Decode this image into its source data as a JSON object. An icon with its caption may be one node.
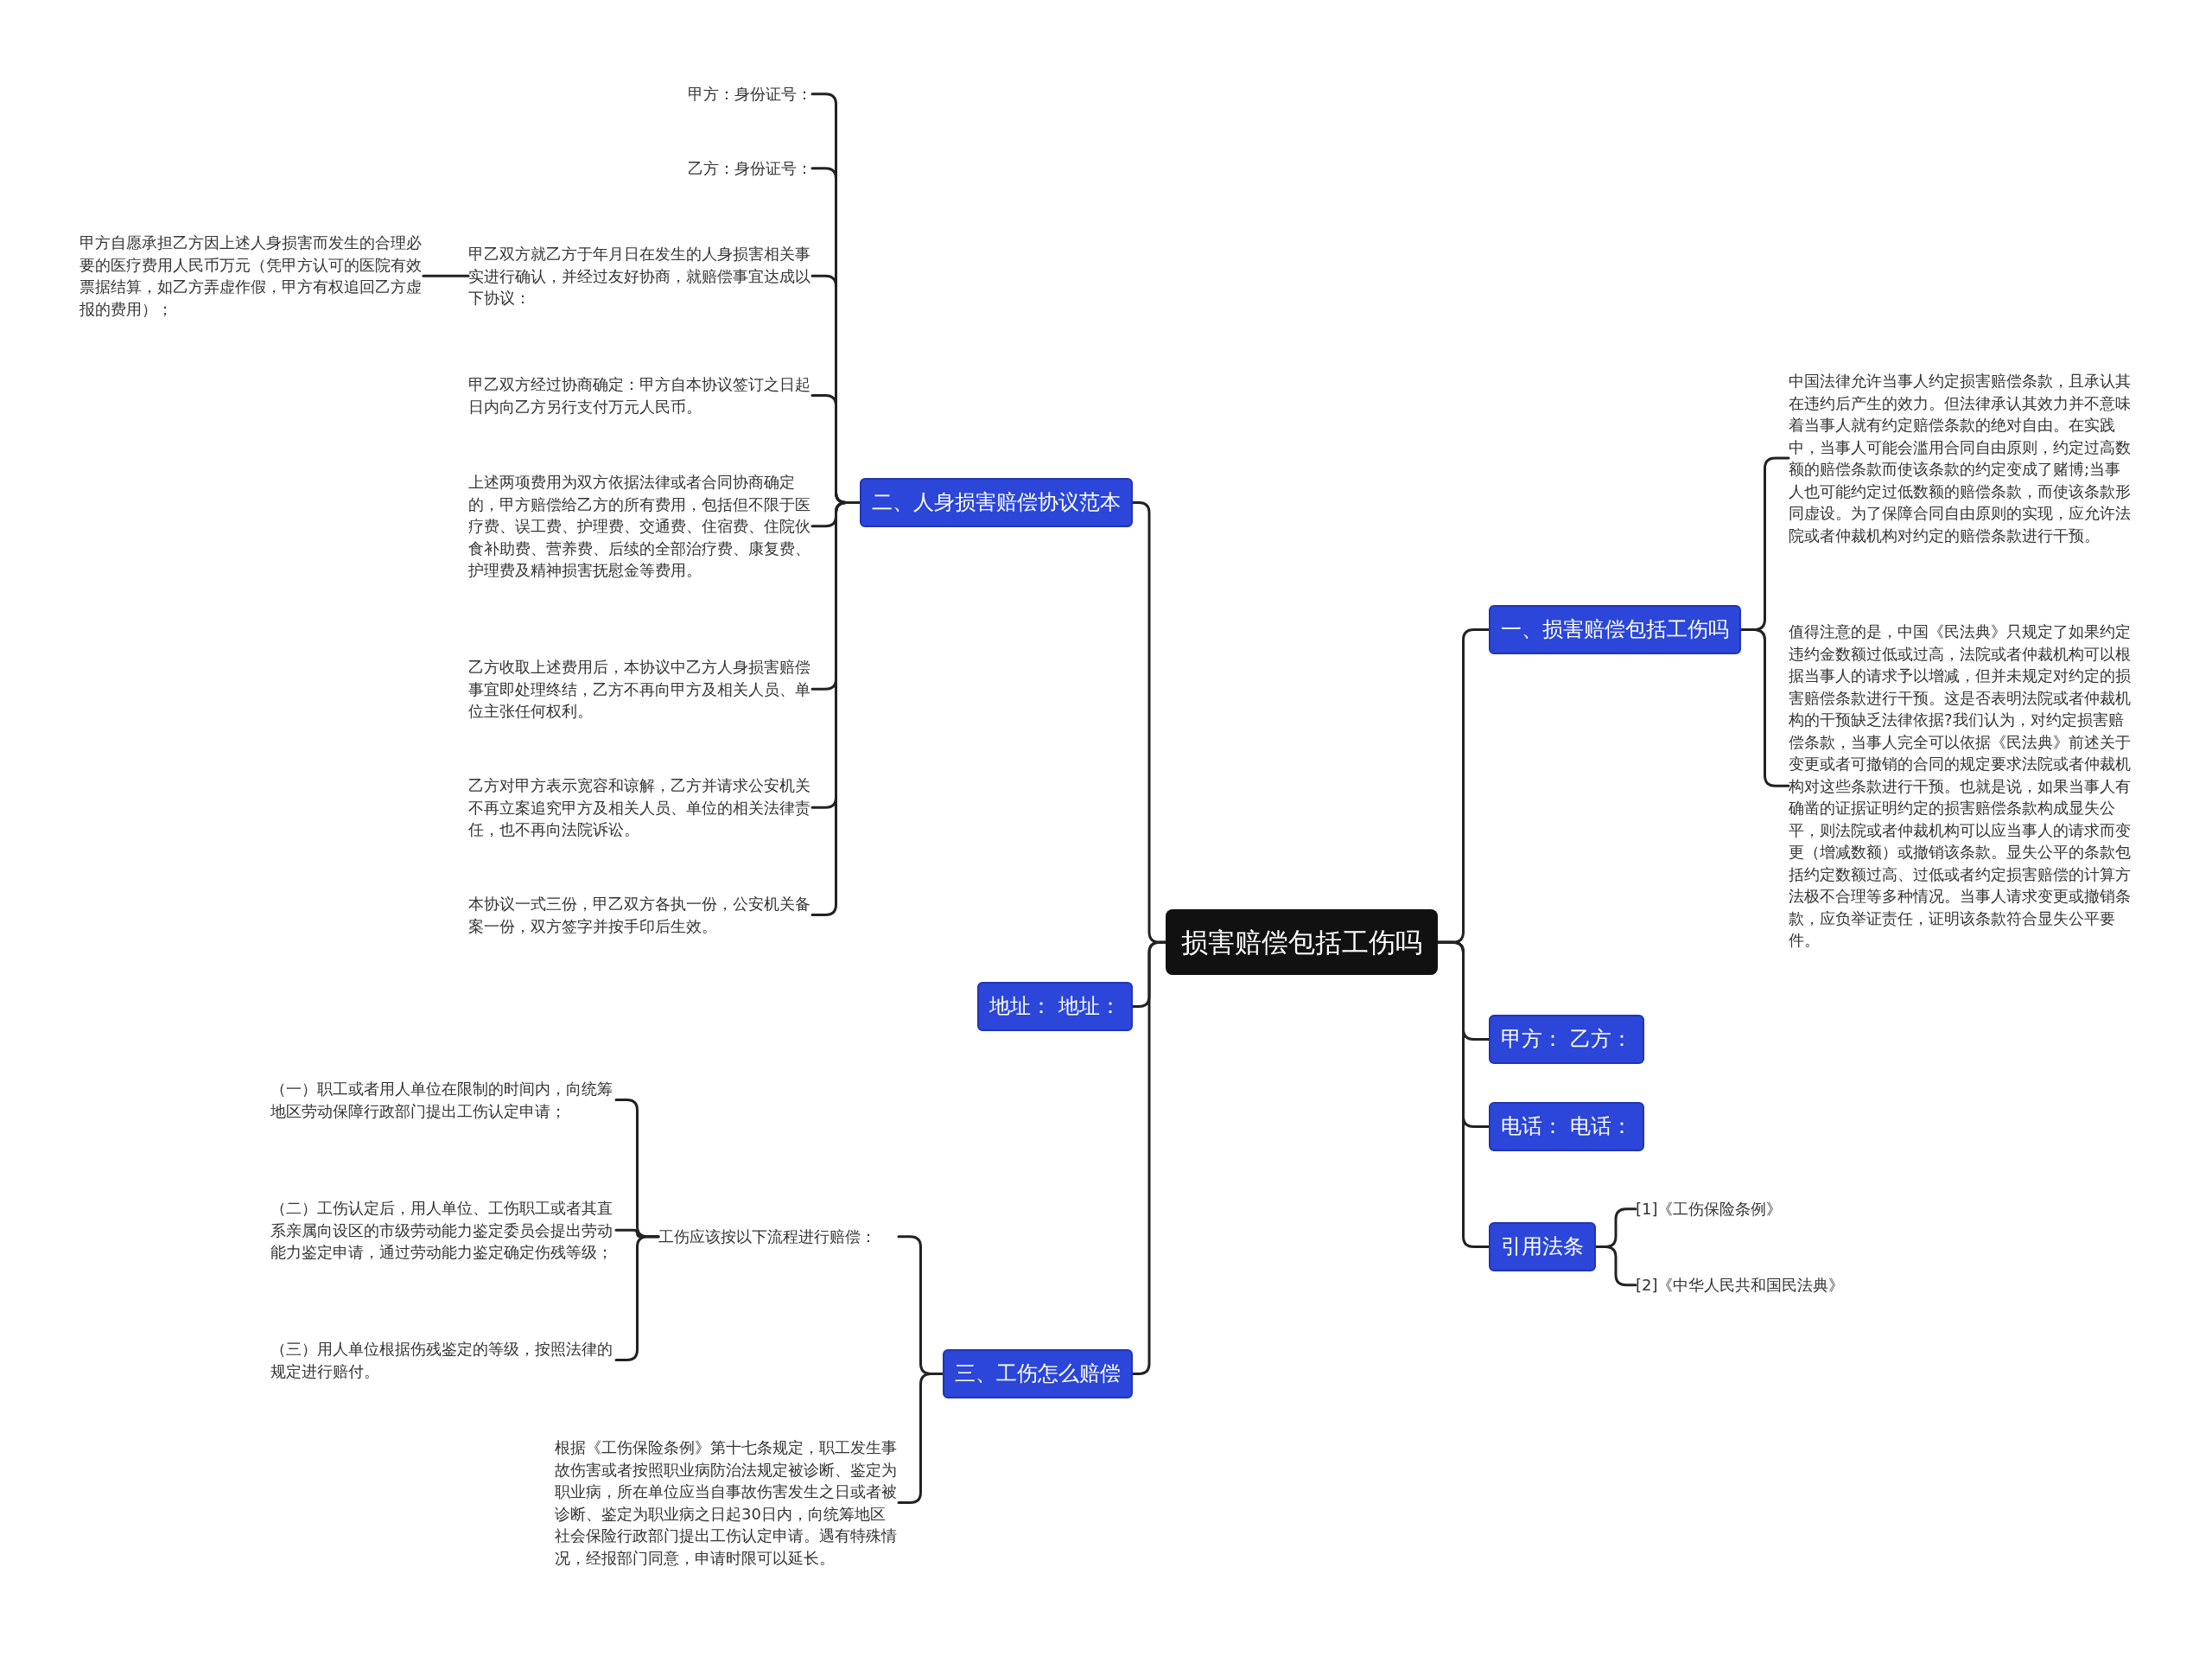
{
  "diagram": {
    "nodes": [
      {
        "text": [
          "损害赔偿包括工伤吗"
        ]
      },
      {
        "text": [
          "一、损害赔偿包括工伤吗"
        ]
      },
      {
        "text": [
          "中国法律允许当事人约定损害赔偿条款，且承认其在违约后产生的效力。但法律承认其效力并不意味着当事人就有约定赔偿条款的绝对自由。在实践中，当事人可能会滥用合同自由原则，约定过高数额的赔偿条款而使该条款的约定变成了赌博;当事人也可能约定过低数额的赔偿条款，而使该条款形同虚设。为了保障合同自由原则的实现，应允许法院或者仲裁机构对约定的赔偿条款进行干预。"
        ]
      },
      {
        "text": [
          "值得注意的是，中国《民法典》只规定了如果约定违约金数额过低或过高，法院或者仲裁机构可以根据当事人的请求予以增减，但并未规定对约定的损害赔偿条款进行干预。这是否表明法院或者仲裁机构的干预缺乏法律依据?我们认为，对约定损害赔偿条款，当事人完全可以依据《民法典》前述关于变更或者可撤销的合同的规定要求法院或者仲裁机构对这些条款进行干预。也就是说，如果当事人有确凿的证据证明约定的损害赔偿条款构成显失公平，则法院或者仲裁机构可以应当事人的请求而变更（增减数额）或撤销该条款。显失公平的条款包括约定数额过高、过低或者约定损害赔偿的计算方法极不合理等多种情况。当事人请求变更或撤销条款，应负举证责任，证明该条款符合显失公平要件。"
        ]
      },
      {
        "text": [
          "甲方： 乙方："
        ]
      },
      {
        "text": [
          "电话： 电话："
        ]
      },
      {
        "text": [
          "引用法条"
        ]
      },
      {
        "text": [
          "[1]《工伤保险条例》"
        ]
      },
      {
        "text": [
          "[2]《中华人民共和国民法典》"
        ]
      },
      {
        "text": [
          "二、人身损害赔偿协议范本"
        ]
      },
      {
        "text": [
          "甲方：身份证号："
        ]
      },
      {
        "text": [
          "乙方：身份证号："
        ]
      },
      {
        "text": [
          "甲乙双方就乙方于年月日在发生的人身损害相关事实进行确认，并经过友好协商，就赔偿事宜达成以下协议："
        ]
      },
      {
        "text": [
          "甲方自愿承担乙方因上述人身损害而发生的合理必要的医疗费用人民币万元（凭甲方认可的医院有效票据结算，如乙方弄虚作假，甲方有权追回乙方虚报的费用）；"
        ]
      },
      {
        "text": [
          "甲乙双方经过协商确定：甲方自本协议签订之日起日内向乙方另行支付万元人民币。"
        ]
      },
      {
        "text": [
          "上述两项费用为双方依据法律或者合同协商确定的，甲方赔偿给乙方的所有费用，包括但不限于医疗费、误工费、护理费、交通费、住宿费、住院伙食补助费、营养费、后续的全部治疗费、康复费、护理费及精神损害抚慰金等费用。"
        ]
      },
      {
        "text": [
          "乙方收取上述费用后，本协议中乙方人身损害赔偿事宜即处理终结，乙方不再向甲方及相关人员、单位主张任何权利。"
        ]
      },
      {
        "text": [
          "乙方对甲方表示宽容和谅解，乙方并请求公安机关不再立案追究甲方及相关人员、单位的相关法律责任，也不再向法院诉讼。"
        ]
      },
      {
        "text": [
          "本协议一式三份，甲乙双方各执一份，公安机关备案一份，双方签字并按手印后生效。"
        ]
      },
      {
        "text": [
          "地址： 地址："
        ]
      },
      {
        "text": [
          "三、工伤怎么赔偿"
        ]
      },
      {
        "text": [
          "工伤应该按以下流程进行赔偿："
        ]
      },
      {
        "text": [
          "（一）职工或者用人单位在限制的时间内，向统筹地区劳动保障行政部门提出工伤认定申请；"
        ]
      },
      {
        "text": [
          "（二）工伤认定后，用人单位、工伤职工或者其直系亲属向设区的市级劳动能力鉴定委员会提出劳动能力鉴定申请，通过劳动能力鉴定确定伤残等级；"
        ]
      },
      {
        "text": [
          "（三）用人单位根据伤残鉴定的等级，按照法律的规定进行赔付。"
        ]
      },
      {
        "text": [
          "根据《工伤保险条例》第十七条规定，职工发生事故伤害或者按照职业病防治法规定被诊断、鉴定为职业病，所在单位应当自事故伤害发生之日或者被诊断、鉴定为职业病之日起30日内，向统筹地区社会保险行政部门提出工伤认定申请。遇有特殊情况，经报部门同意，申请时限可以延长。"
        ]
      }
    ],
    "edges": [
      {
        "from": 0,
        "to": 1,
        "arrow": "none"
      },
      {
        "from": 1,
        "to": 2,
        "arrow": "none"
      },
      {
        "from": 1,
        "to": 3,
        "arrow": "none"
      },
      {
        "from": 0,
        "to": 4,
        "arrow": "none"
      },
      {
        "from": 0,
        "to": 5,
        "arrow": "none"
      },
      {
        "from": 0,
        "to": 6,
        "arrow": "none"
      },
      {
        "from": 6,
        "to": 7,
        "arrow": "none"
      },
      {
        "from": 6,
        "to": 8,
        "arrow": "none"
      },
      {
        "from": 0,
        "to": 9,
        "arrow": "none"
      },
      {
        "from": 9,
        "to": 10,
        "arrow": "none"
      },
      {
        "from": 9,
        "to": 11,
        "arrow": "none"
      },
      {
        "from": 9,
        "to": 12,
        "arrow": "none"
      },
      {
        "from": 12,
        "to": 13,
        "arrow": "none"
      },
      {
        "from": 9,
        "to": 14,
        "arrow": "none"
      },
      {
        "from": 9,
        "to": 15,
        "arrow": "none"
      },
      {
        "from": 9,
        "to": 16,
        "arrow": "none"
      },
      {
        "from": 9,
        "to": 17,
        "arrow": "none"
      },
      {
        "from": 9,
        "to": 18,
        "arrow": "none"
      },
      {
        "from": 0,
        "to": 19,
        "arrow": "none"
      },
      {
        "from": 0,
        "to": 20,
        "arrow": "none"
      },
      {
        "from": 20,
        "to": 21,
        "arrow": "none"
      },
      {
        "from": 21,
        "to": 22,
        "arrow": "none"
      },
      {
        "from": 21,
        "to": 23,
        "arrow": "none"
      },
      {
        "from": 21,
        "to": 24,
        "arrow": "none"
      },
      {
        "from": 20,
        "to": 25,
        "arrow": "none"
      }
    ]
  }
}
